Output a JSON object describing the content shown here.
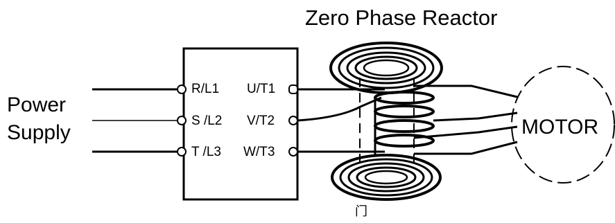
{
  "title": "Zero Phase Reactor",
  "power_supply": {
    "line1": "Power",
    "line2": "Supply"
  },
  "drive": {
    "input_terminals": [
      "R/L1",
      "S /L2",
      "T /L3"
    ],
    "output_terminals": [
      "U/T1",
      "V/T2",
      "W/T3"
    ]
  },
  "motor_label": "MOTOR",
  "note_mark": "门"
}
